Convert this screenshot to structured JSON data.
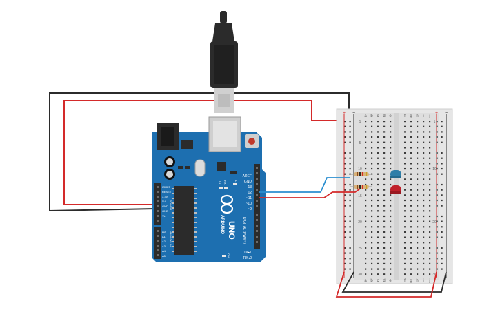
{
  "colors": {
    "background": "#ffffff",
    "board": "#1d6fb0",
    "board_dark": "#155a91",
    "header": "#2b2b2b",
    "breadboard": "#e6e6e6",
    "breadboard_edge": "#c9c9c9",
    "hole": "#3b3b3b",
    "wire_red": "#d42a2a",
    "wire_black": "#2b2b2b",
    "wire_blue": "#2b8fd0",
    "led_blue": "#2f7ea8",
    "led_red": "#c0202a",
    "resistor": "#d8b27a"
  },
  "usb": {
    "icon": "usb-plug-icon"
  },
  "arduino": {
    "logo_text": "UNO",
    "brand": "ARDUINO",
    "pin_labels_digital": [
      "AREF",
      "GND",
      "13",
      "12",
      "~11",
      "~10",
      "~9"
    ],
    "section_label": "DIGITAL (PWM~)",
    "tx_rx": [
      "TX▸1",
      "RX◂0"
    ],
    "leds": [
      "TX",
      "RX",
      "L"
    ],
    "on_label": "ON",
    "power_label": "POWER",
    "power_pins": [
      "IOREF",
      "RESET",
      "3.3V",
      "5V",
      "GND",
      "GND",
      "Vin"
    ],
    "analog_label": "ANALOG IN",
    "analog_pins": [
      "A0",
      "A1",
      "A2",
      "A3",
      "A4",
      "A5"
    ]
  },
  "breadboard": {
    "columns_left": [
      "a",
      "b",
      "c",
      "d",
      "e"
    ],
    "columns_right": [
      "f",
      "g",
      "h",
      "i",
      "j"
    ],
    "rail_plus": "+",
    "rail_minus": "−",
    "row_numbers": [
      "1",
      "5",
      "10",
      "15",
      "20",
      "25",
      "30"
    ]
  },
  "components": {
    "leds": [
      {
        "name": "blue-led",
        "color": "blue"
      },
      {
        "name": "red-led",
        "color": "red"
      }
    ],
    "resistors": [
      "resistor-1",
      "resistor-2"
    ]
  }
}
